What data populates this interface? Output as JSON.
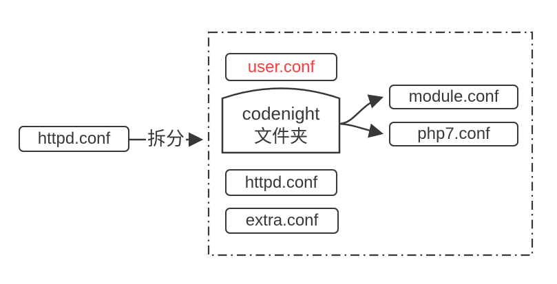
{
  "diagram": {
    "source": {
      "label": "httpd.conf"
    },
    "arrow": {
      "label": "拆分"
    },
    "group": {
      "user_conf": {
        "label": "user.conf",
        "color": "#fb3c3c"
      },
      "folder": {
        "line1": "codenight",
        "line2": "文件夹"
      },
      "module_conf": {
        "label": "module.conf"
      },
      "php7_conf": {
        "label": "php7.conf"
      },
      "httpd_conf": {
        "label": "httpd.conf"
      },
      "extra_conf": {
        "label": "extra.conf"
      }
    }
  },
  "colors": {
    "stroke": "#383838",
    "text": "#383838",
    "highlight_red": "#fb3c3c",
    "background": "#ffffff"
  }
}
